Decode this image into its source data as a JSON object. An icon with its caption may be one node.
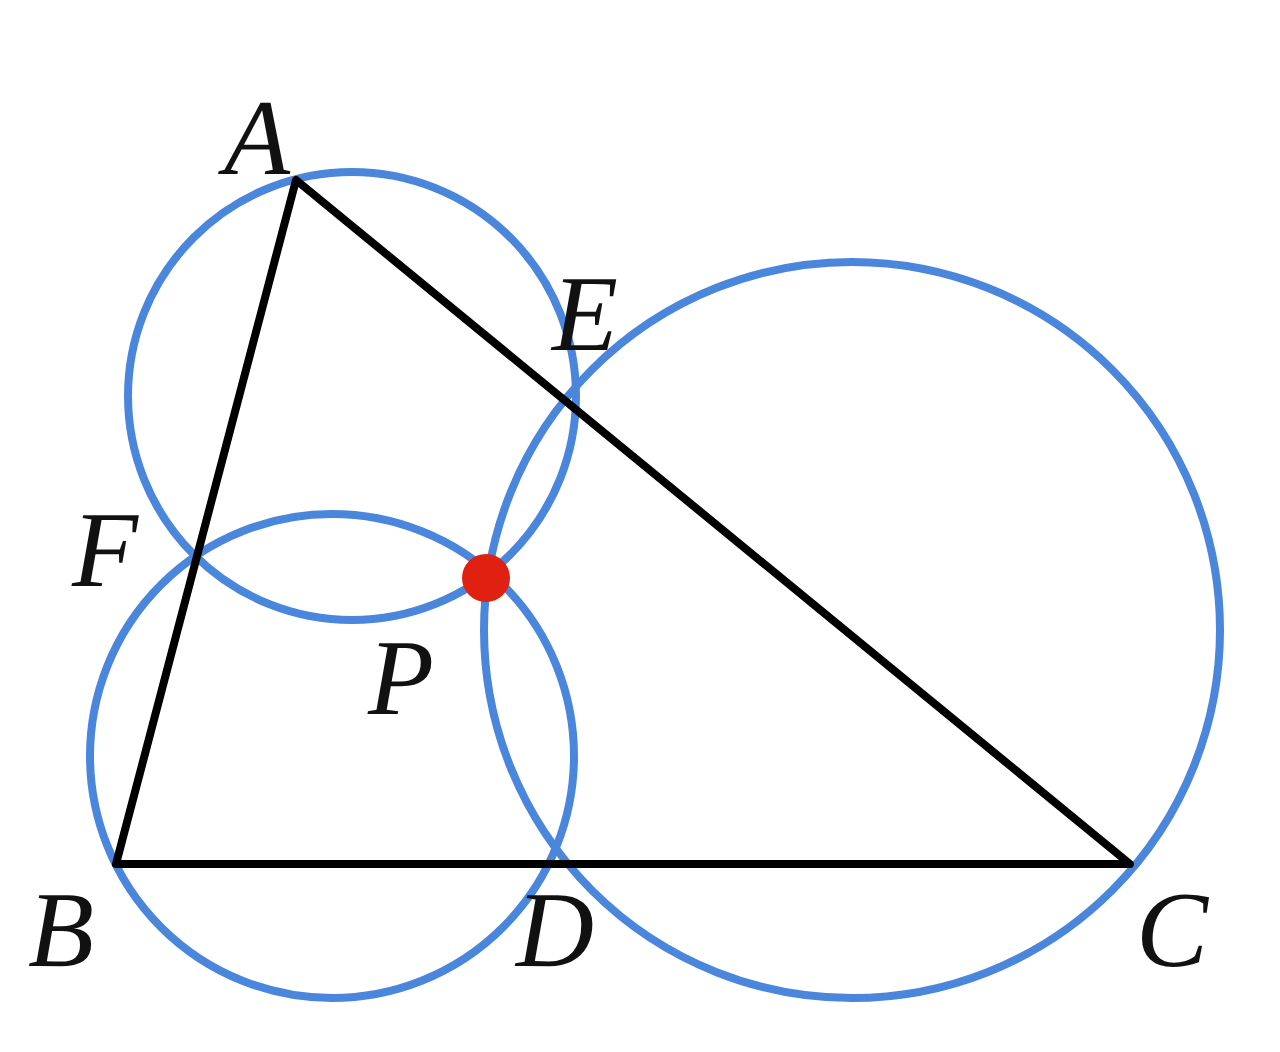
{
  "diagram": {
    "labels": [
      "A",
      "E",
      "F",
      "P",
      "B",
      "D",
      "C"
    ]
  }
}
